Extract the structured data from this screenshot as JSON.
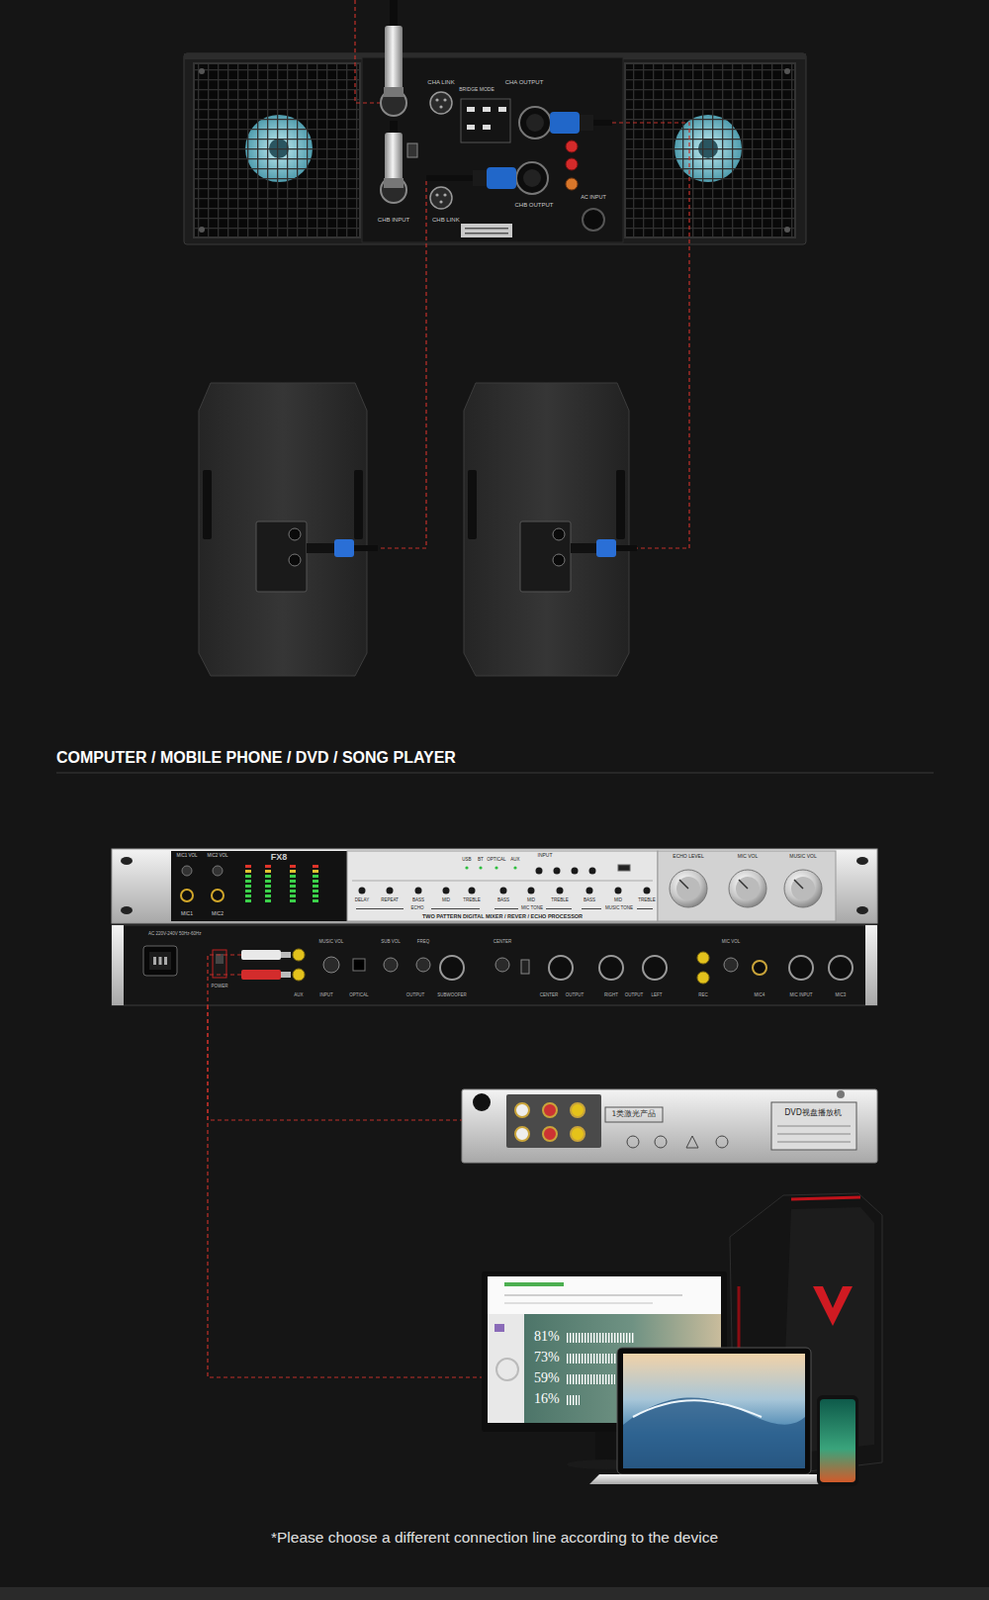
{
  "diagram": {
    "title": "COMPUTER / MOBILE PHONE / DVD / SONG PLAYER",
    "caption": "*Please choose a different connection line according to the device",
    "nodes": [
      {
        "text": [
          "CHA LINK",
          "BRIDGE MODE",
          "CHA OUTPUT",
          "CHB INPUT",
          "CHB LINK",
          "CHB OUTPUT",
          "AC INPUT"
        ]
      },
      {
        "text": [
          "MIC1 VOL",
          "MIC2 VOL",
          "FX8",
          "MIC1",
          "MIC2",
          "USB",
          "BT",
          "OPTICAL",
          "AUX",
          "INPUT",
          "ECHO LEVEL",
          "MIC VOL",
          "MUSIC VOL",
          "DELAY",
          "REPEAT",
          "BASS",
          "MID",
          "TREBLE",
          "BASS",
          "MID",
          "TREBLE",
          "BASS",
          "MID",
          "TREBLE",
          "ECHO",
          "MIC TONE",
          "MUSIC TONE",
          "TWO PATTERN DIGITAL MIXER / REVER / ECHO PROCESSOR"
        ]
      },
      {
        "text": [
          "AC 220V-240V 50Hz-60Hz",
          "MUSIC VOL",
          "SUB VOL",
          "FREQ",
          "CENTER",
          "MIC VOL",
          "POWER",
          "AUX",
          "INPUT",
          "OPTICAL",
          "OUTPUT",
          "SUBWOOFER",
          "CENTER",
          "OUTPUT",
          "RIGHT",
          "OUTPUT",
          "LEFT",
          "REC",
          "MIC4",
          "MIC INPUT",
          "MIC3"
        ]
      },
      {
        "text": [
          "1类激光产品",
          "DVD视盘播放机"
        ]
      },
      {
        "text": [
          "81%",
          "73%",
          "59%",
          "16%"
        ]
      }
    ],
    "edges": [
      {
        "from": 2,
        "to": 3,
        "arrow": "none"
      },
      {
        "from": 2,
        "to": 4,
        "arrow": "none"
      }
    ]
  }
}
